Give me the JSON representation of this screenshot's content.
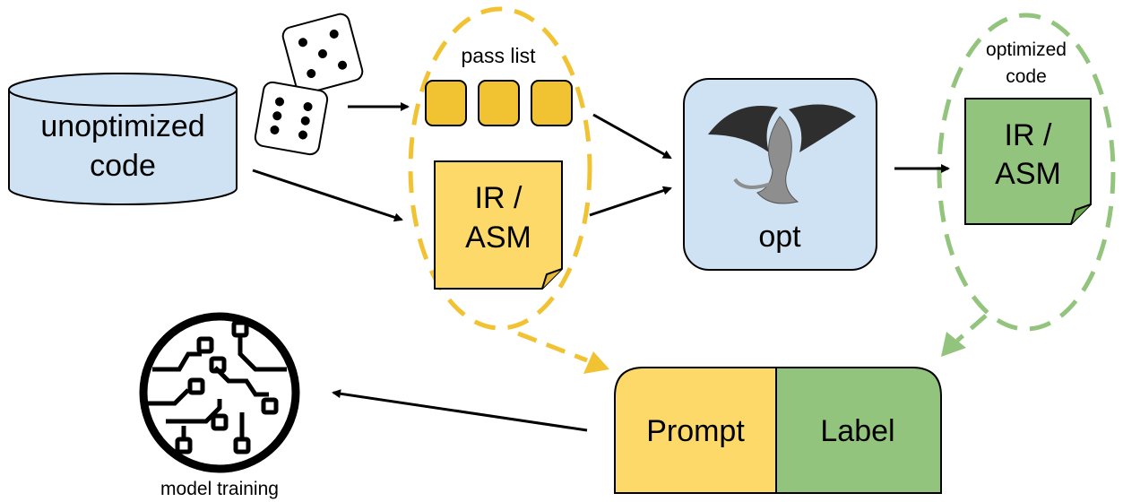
{
  "source": {
    "line1": "unoptimized",
    "line2": "code"
  },
  "pass_list": {
    "label": "pass list"
  },
  "input_doc": {
    "line1": "IR /",
    "line2": "ASM"
  },
  "compiler": {
    "label": "opt"
  },
  "optimized": {
    "caption_line1": "optimized",
    "caption_line2": "code",
    "doc_line1": "IR /",
    "doc_line2": "ASM"
  },
  "sample": {
    "prompt": "Prompt",
    "label": "Label"
  },
  "training": {
    "caption": "model training"
  },
  "icons": [
    "database-icon",
    "dice-icon",
    "dragon-logo-icon",
    "circuit-brain-icon",
    "document-icon"
  ],
  "colors": {
    "yellow": "#fcd968",
    "green": "#93c47d",
    "blue": "#cfe2f3",
    "gold": "#f1c232",
    "dashed_green": "#93c47d",
    "dashed_gold": "#f1c232"
  }
}
